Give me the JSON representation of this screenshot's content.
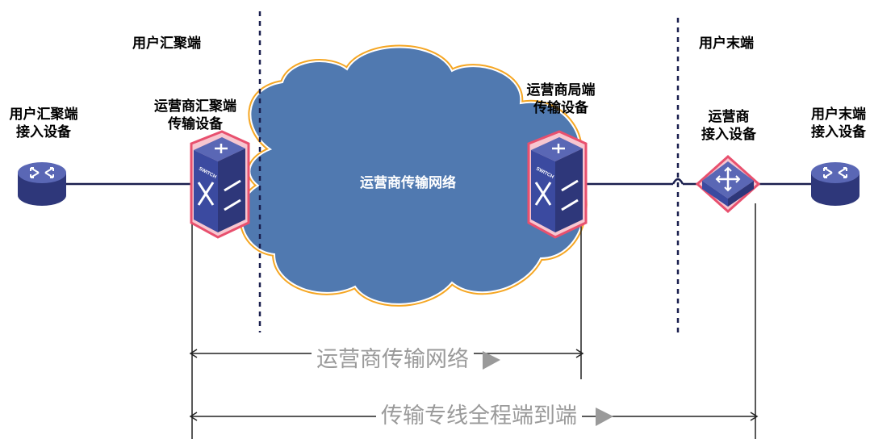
{
  "zones": {
    "aggregation": "用户汇聚端",
    "tail": "用户末端"
  },
  "devices": {
    "user_agg_access": [
      "用户汇聚端",
      "接入设备"
    ],
    "carrier_agg_transport": [
      "运营商汇聚端",
      "传输设备"
    ],
    "carrier_central_transport": [
      "运营商局端",
      "传输设备"
    ],
    "carrier_access": [
      "运营商",
      "接入设备"
    ],
    "user_tail_access": [
      "用户末端",
      "接入设备"
    ]
  },
  "cloud": {
    "label": "运营商传输网络"
  },
  "spans": {
    "carrier_network": "运营商传输网络",
    "end_to_end": "传输专线全程端到端"
  },
  "switch_text": "SWITCH",
  "colors": {
    "cloud_fill": "#5079b0",
    "cloud_outline": "#f5a623",
    "line": "#1a1f4e",
    "router_top": "#5a67b5",
    "router_side": "#2e377a",
    "switch_face": "#3b4aa0",
    "highlight": "#e8506e",
    "span_gray": "#9a9a9a"
  }
}
